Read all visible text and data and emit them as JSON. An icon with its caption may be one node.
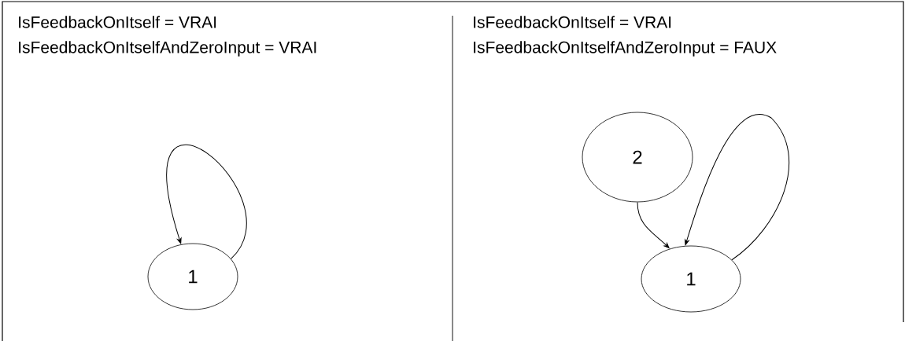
{
  "diagram": {
    "nodes": [
      {
        "text": [
          "1"
        ]
      },
      {
        "text": [
          "2"
        ]
      },
      {
        "text": [
          "1"
        ]
      }
    ],
    "edges": [
      {
        "from": 0,
        "to": 0,
        "arrow": "to"
      },
      {
        "from": 1,
        "to": 2,
        "arrow": "to"
      },
      {
        "from": 2,
        "to": 2,
        "arrow": "to"
      }
    ],
    "labels": [
      "IsFeedbackOnItself = VRAI",
      "IsFeedbackOnItselfAndZeroInput = VRAI",
      "IsFeedbackOnItself = VRAI",
      "IsFeedbackOnItselfAndZeroInput = FAUX"
    ]
  }
}
